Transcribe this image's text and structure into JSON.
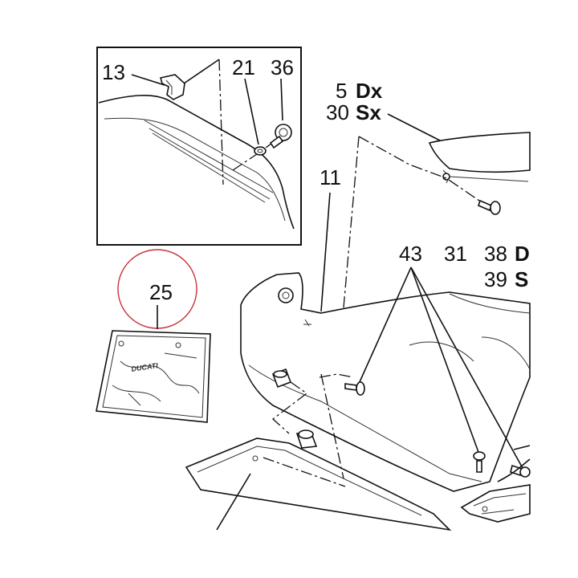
{
  "labels": {
    "part_13": "13",
    "part_21": "21",
    "part_36": "36",
    "part_5": "5",
    "dx": "Dx",
    "part_30": "30",
    "sx": "Sx",
    "part_11": "11",
    "part_43": "43",
    "part_31": "31",
    "part_38": "38",
    "d": "D",
    "part_39": "39",
    "s": "S",
    "part_25": "25"
  },
  "logo_text": "DUCATI",
  "colors": {
    "line": "#111111",
    "highlight_circle": "#c8333a",
    "background": "#ffffff"
  }
}
